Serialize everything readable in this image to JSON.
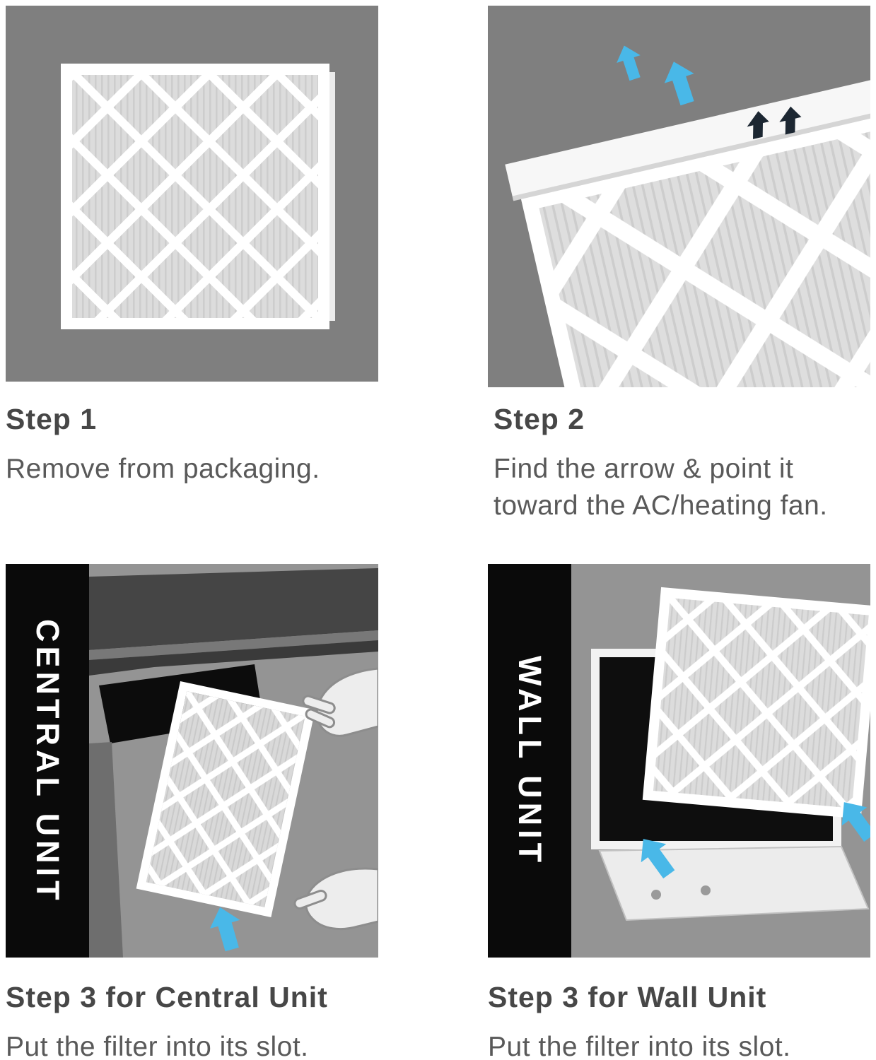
{
  "colors": {
    "page_bg": "#ffffff",
    "panel_bg": "#7f7f7f",
    "scene_bg": "#949494",
    "banner_bg": "#0a0a0a",
    "banner_text": "#ffffff",
    "heading_text": "#474747",
    "body_text": "#595959",
    "arrow_blue": "#49b8e8",
    "arrow_dark": "#1c2732",
    "filter_frame": "#ffffff",
    "filter_media": "#dcdcdc"
  },
  "steps": [
    {
      "title": "Step 1",
      "description": "Remove from packaging."
    },
    {
      "title": "Step 2",
      "description": "Find the arrow & point it\ntoward the AC/heating fan."
    },
    {
      "title": "Step 3 for Central Unit",
      "description": "Put the filter into its slot.",
      "banner": "CENTRAL UNIT"
    },
    {
      "title": "Step 3 for Wall Unit",
      "description": "Put the filter into its slot.",
      "banner": "WALL UNIT"
    }
  ],
  "icons": {
    "airflow_direction_arrows": "double-block-arrow-up",
    "airflow_blue_arrows": "double-block-arrow-up",
    "insert_arrow": "block-arrow-up"
  }
}
